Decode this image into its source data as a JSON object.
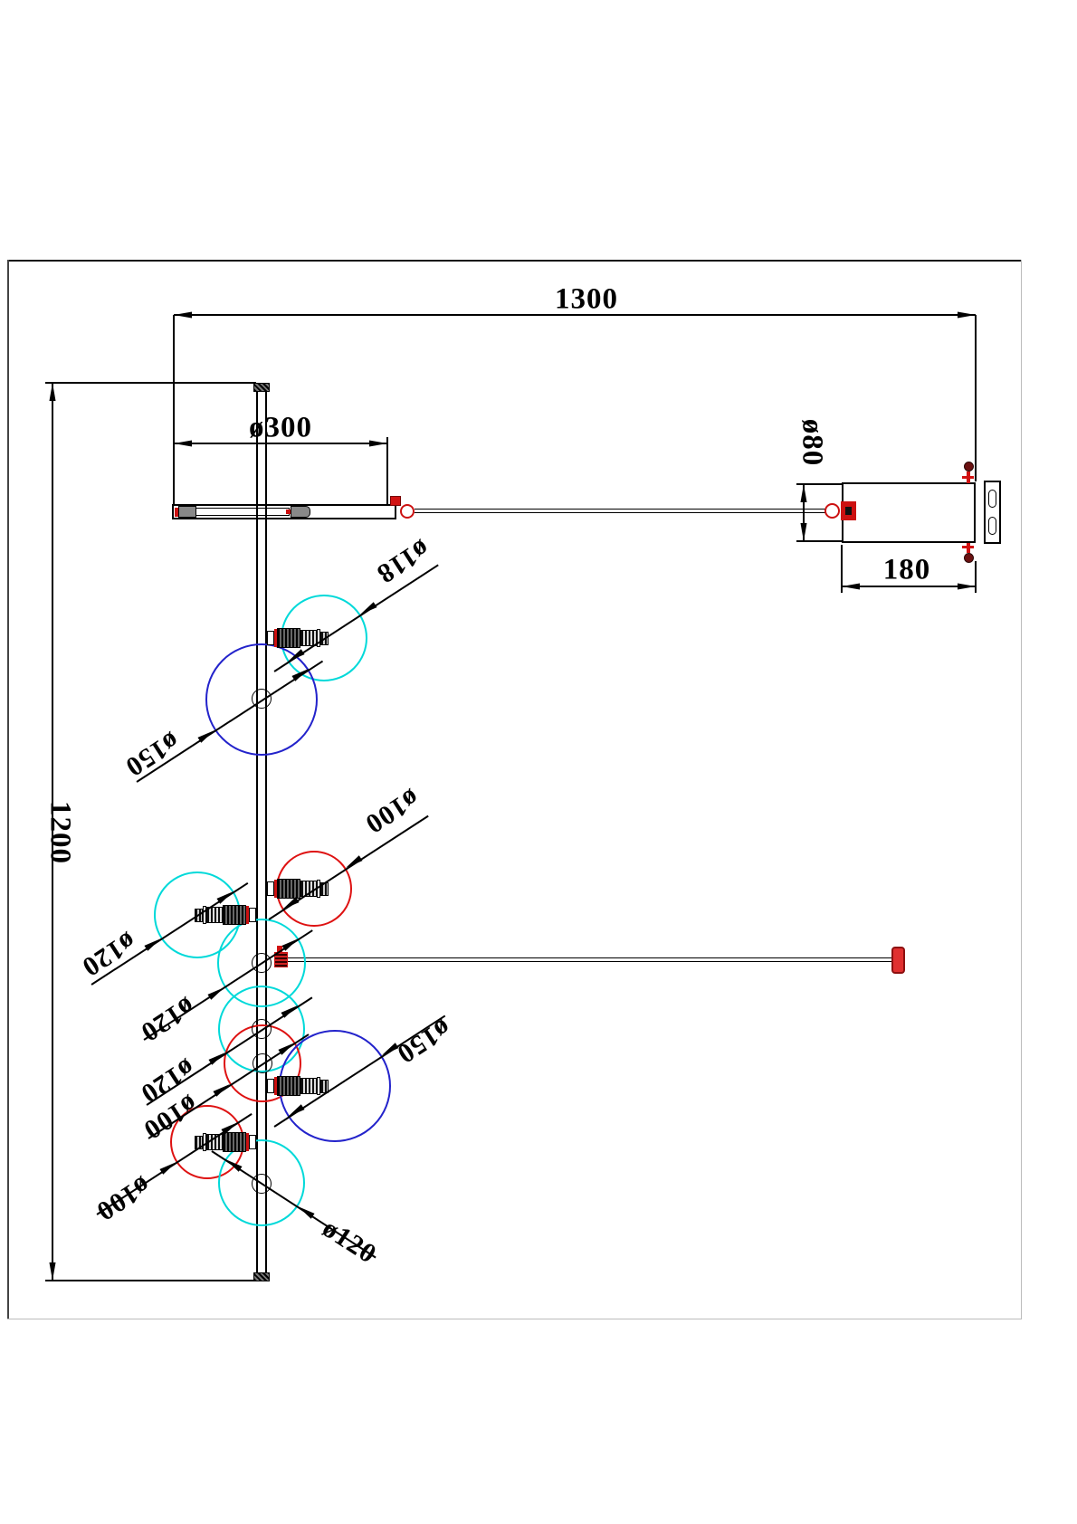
{
  "dimensions": {
    "total_width": "1300",
    "total_height": "1200",
    "arm_diameter": "ø300",
    "canopy_length": "180",
    "canopy_diameter": "ø80"
  },
  "shade_annotations": [
    {
      "label": "ø118",
      "color": "#00d9d9"
    },
    {
      "label": "ø150",
      "color": "#2323cb"
    },
    {
      "label": "ø100",
      "color": "#de1212"
    },
    {
      "label": "ø120",
      "color": "#00d9d9"
    },
    {
      "label": "ø120",
      "color": "#00d9d9"
    },
    {
      "label": "ø120",
      "color": "#00d9d9"
    },
    {
      "label": "ø100",
      "color": "#de1212"
    },
    {
      "label": "ø150",
      "color": "#2323cb"
    },
    {
      "label": "ø100",
      "color": "#de1212"
    },
    {
      "label": "ø120",
      "color": "#00d9d9"
    }
  ],
  "colors": {
    "outline": "#000000",
    "fitting_red": "#cc1111"
  }
}
